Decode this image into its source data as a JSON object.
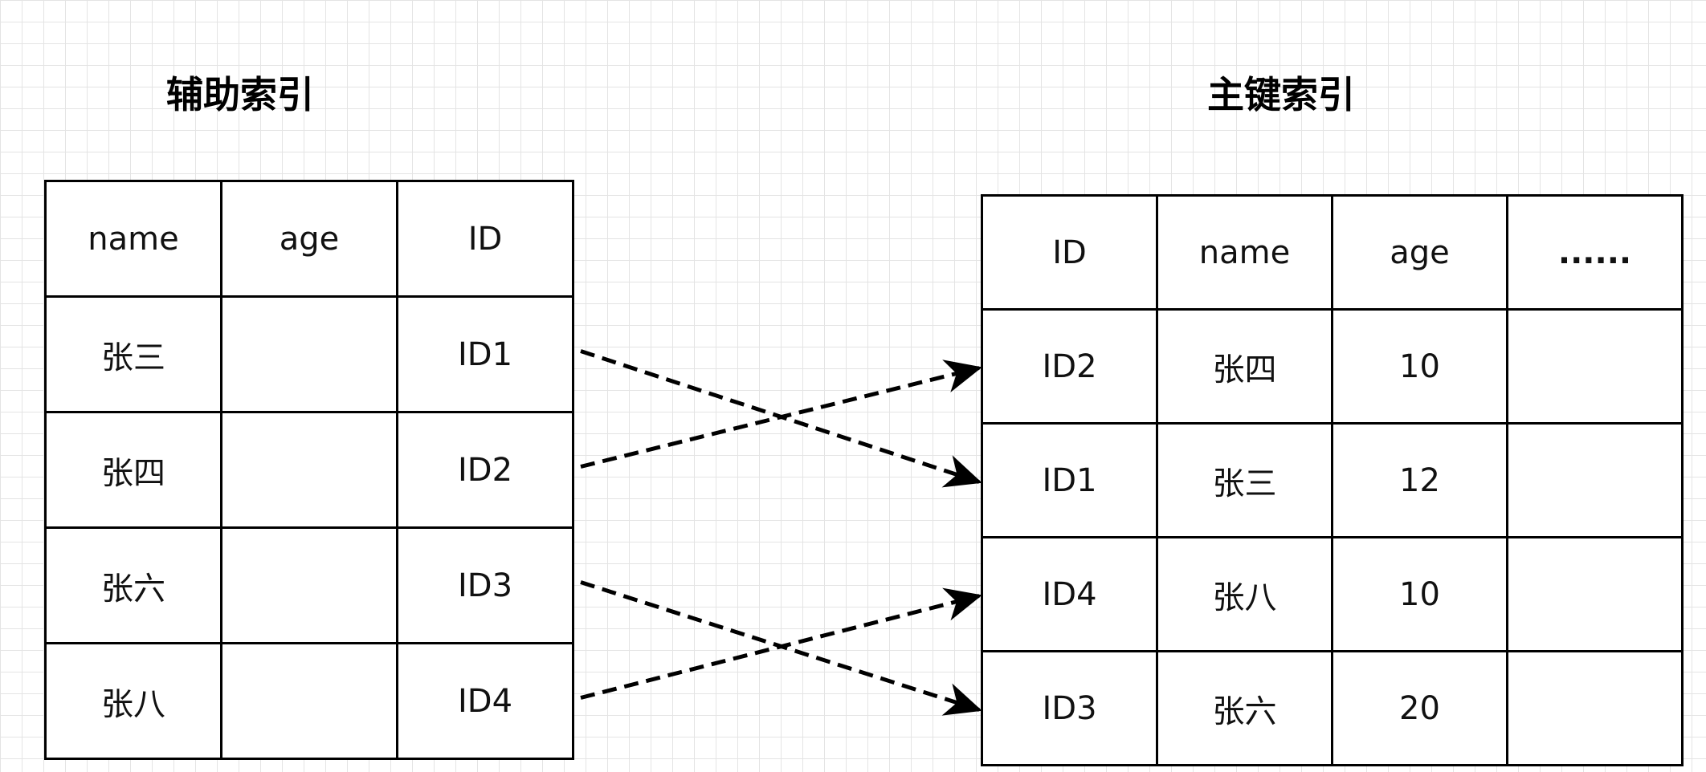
{
  "secondary_index": {
    "title": "辅助索引",
    "headers": [
      "name",
      "age",
      "ID"
    ],
    "rows": [
      [
        "张三",
        "",
        "ID1"
      ],
      [
        "张四",
        "",
        "ID2"
      ],
      [
        "张六",
        "",
        "ID3"
      ],
      [
        "张八",
        "",
        "ID4"
      ]
    ]
  },
  "primary_index": {
    "title": "主键索引",
    "headers": [
      "ID",
      "name",
      "age",
      "......"
    ],
    "rows": [
      [
        "ID2",
        "张四",
        "10",
        ""
      ],
      [
        "ID1",
        "张三",
        "12",
        ""
      ],
      [
        "ID4",
        "张八",
        "10",
        ""
      ],
      [
        "ID3",
        "张六",
        "20",
        ""
      ]
    ]
  },
  "connections": [
    {
      "from": "ID1",
      "to": "ID1"
    },
    {
      "from": "ID2",
      "to": "ID2"
    },
    {
      "from": "ID3",
      "to": "ID3"
    },
    {
      "from": "ID4",
      "to": "ID4"
    }
  ]
}
